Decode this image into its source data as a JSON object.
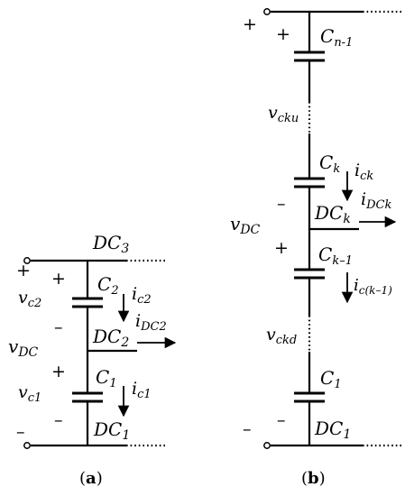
{
  "figure_a": {
    "caption_open": "(",
    "caption_letter": "a",
    "caption_close": ")",
    "top_node_main": "DC",
    "top_node_sub": "3",
    "mid_node_main": "DC",
    "mid_node_sub": "2",
    "bot_node_main": "DC",
    "bot_node_sub": "1",
    "cap_top_main": "C",
    "cap_top_sub": "2",
    "cap_bot_main": "C",
    "cap_bot_sub": "1",
    "current_top_main": "i",
    "current_top_sub": "c2",
    "current_bot_main": "i",
    "current_bot_sub": "c1",
    "current_out_main": "i",
    "current_out_sub": "DC2",
    "voltage_top_main": "v",
    "voltage_top_sub": "c2",
    "voltage_bot_main": "v",
    "voltage_bot_sub": "c1",
    "vdc_main": "v",
    "vdc_sub": "DC",
    "plus": "+",
    "minus": "–"
  },
  "figure_b": {
    "caption_open": "(",
    "caption_letter": "b",
    "caption_close": ")",
    "cap_top_main": "C",
    "cap_top_sub": "n-1",
    "cap_k_main": "C",
    "cap_k_sub": "k",
    "cap_km1_main": "C",
    "cap_km1_sub": "k–1",
    "cap_bot_main": "C",
    "cap_bot_sub": "1",
    "node_k_main": "DC",
    "node_k_sub": "k",
    "node_bot_main": "DC",
    "node_bot_sub": "1",
    "current_k_main": "i",
    "current_k_sub": "ck",
    "current_out_main": "i",
    "current_out_sub": "DCk",
    "current_km1_main": "i",
    "current_km1_sub": "c(k–1)",
    "vcku_main": "v",
    "vcku_sub": "cku",
    "vckd_main": "v",
    "vckd_sub": "ckd",
    "vdc_main": "v",
    "vdc_sub": "DC",
    "plus": "+",
    "minus": "–"
  }
}
